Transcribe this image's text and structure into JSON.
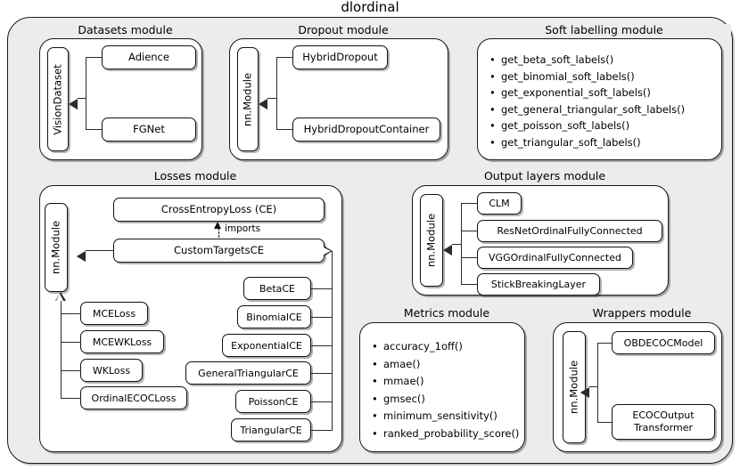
{
  "title": "dlordinal",
  "background_color": "#ececec",
  "modules": {
    "datasets": {
      "title": "Datasets module",
      "base": "VisionDataset",
      "children": [
        "Adience",
        "FGNet"
      ]
    },
    "dropout": {
      "title": "Dropout module",
      "base": "nn.Module",
      "children": [
        "HybridDropout",
        "HybridDropoutContainer"
      ]
    },
    "soft_labelling": {
      "title": "Soft labelling module",
      "functions": [
        "get_beta_soft_labels()",
        "get_binomial_soft_labels()",
        "get_exponential_soft_labels()",
        "get_general_triangular_soft_labels()",
        "get_poisson_soft_labels()",
        "get_triangular_soft_labels()"
      ]
    },
    "losses": {
      "title": "Losses module",
      "base": "nn.Module",
      "imported_class": "CrossEntropyLoss (CE)",
      "imports_label": "imports",
      "custom_targets": "CustomTargetsCE",
      "module_children": [
        "MCELoss",
        "MCEWKLoss",
        "WKLoss",
        "OrdinalECOCLoss"
      ],
      "ce_children": [
        "BetaCE",
        "BinomialCE",
        "ExponentialCE",
        "GeneralTriangularCE",
        "PoissonCE",
        "TriangularCE"
      ]
    },
    "output_layers": {
      "title": "Output layers module",
      "base": "nn.Module",
      "children": [
        "CLM",
        "ResNetOrdinalFullyConnected",
        "VGGOrdinalFullyConnected",
        "StickBreakingLayer"
      ]
    },
    "metrics": {
      "title": "Metrics module",
      "functions": [
        "accuracy_1off()",
        "amae()",
        "mmae()",
        "gmsec()",
        "minimum_sensitivity()",
        "ranked_probability_score()"
      ]
    },
    "wrappers": {
      "title": "Wrappers module",
      "base": "nn.Module",
      "children_lines": [
        [
          "OBDECOCModel"
        ],
        [
          "ECOCOutput",
          "Transformer"
        ]
      ]
    }
  }
}
